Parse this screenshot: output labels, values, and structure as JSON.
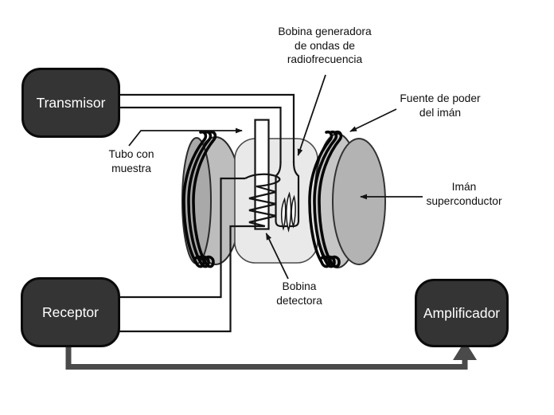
{
  "boxes": {
    "transmisor": "Transmisor",
    "receptor": "Receptor",
    "amplificador": "Amplificador"
  },
  "labels": {
    "rf_coil": [
      "Bobina generadora",
      "de ondas de",
      "radiofrecuencia"
    ],
    "power_source": [
      "Fuente de poder",
      "del imán"
    ],
    "sample_tube": [
      "Tubo con",
      "muestra"
    ],
    "magnet": [
      "Imán",
      "superconductor"
    ],
    "detector_coil": [
      "Bobina",
      "detectora"
    ]
  },
  "colors": {
    "background": "#ffffff",
    "box_fill": "#343434",
    "box_border": "#0b0b0b",
    "box_text": "#ffffff",
    "label_text": "#0f0f0f",
    "magnet_face": "#b3b3b3",
    "magnet_rim": "#c6c6c6",
    "magnet_body": "#bdbdbd",
    "magnet_edge": "#a9a9a9",
    "chamber_fill": "#e9e9e9",
    "wire": "#141414",
    "coil": "#060606",
    "signal_line": "#4a4a4a"
  }
}
